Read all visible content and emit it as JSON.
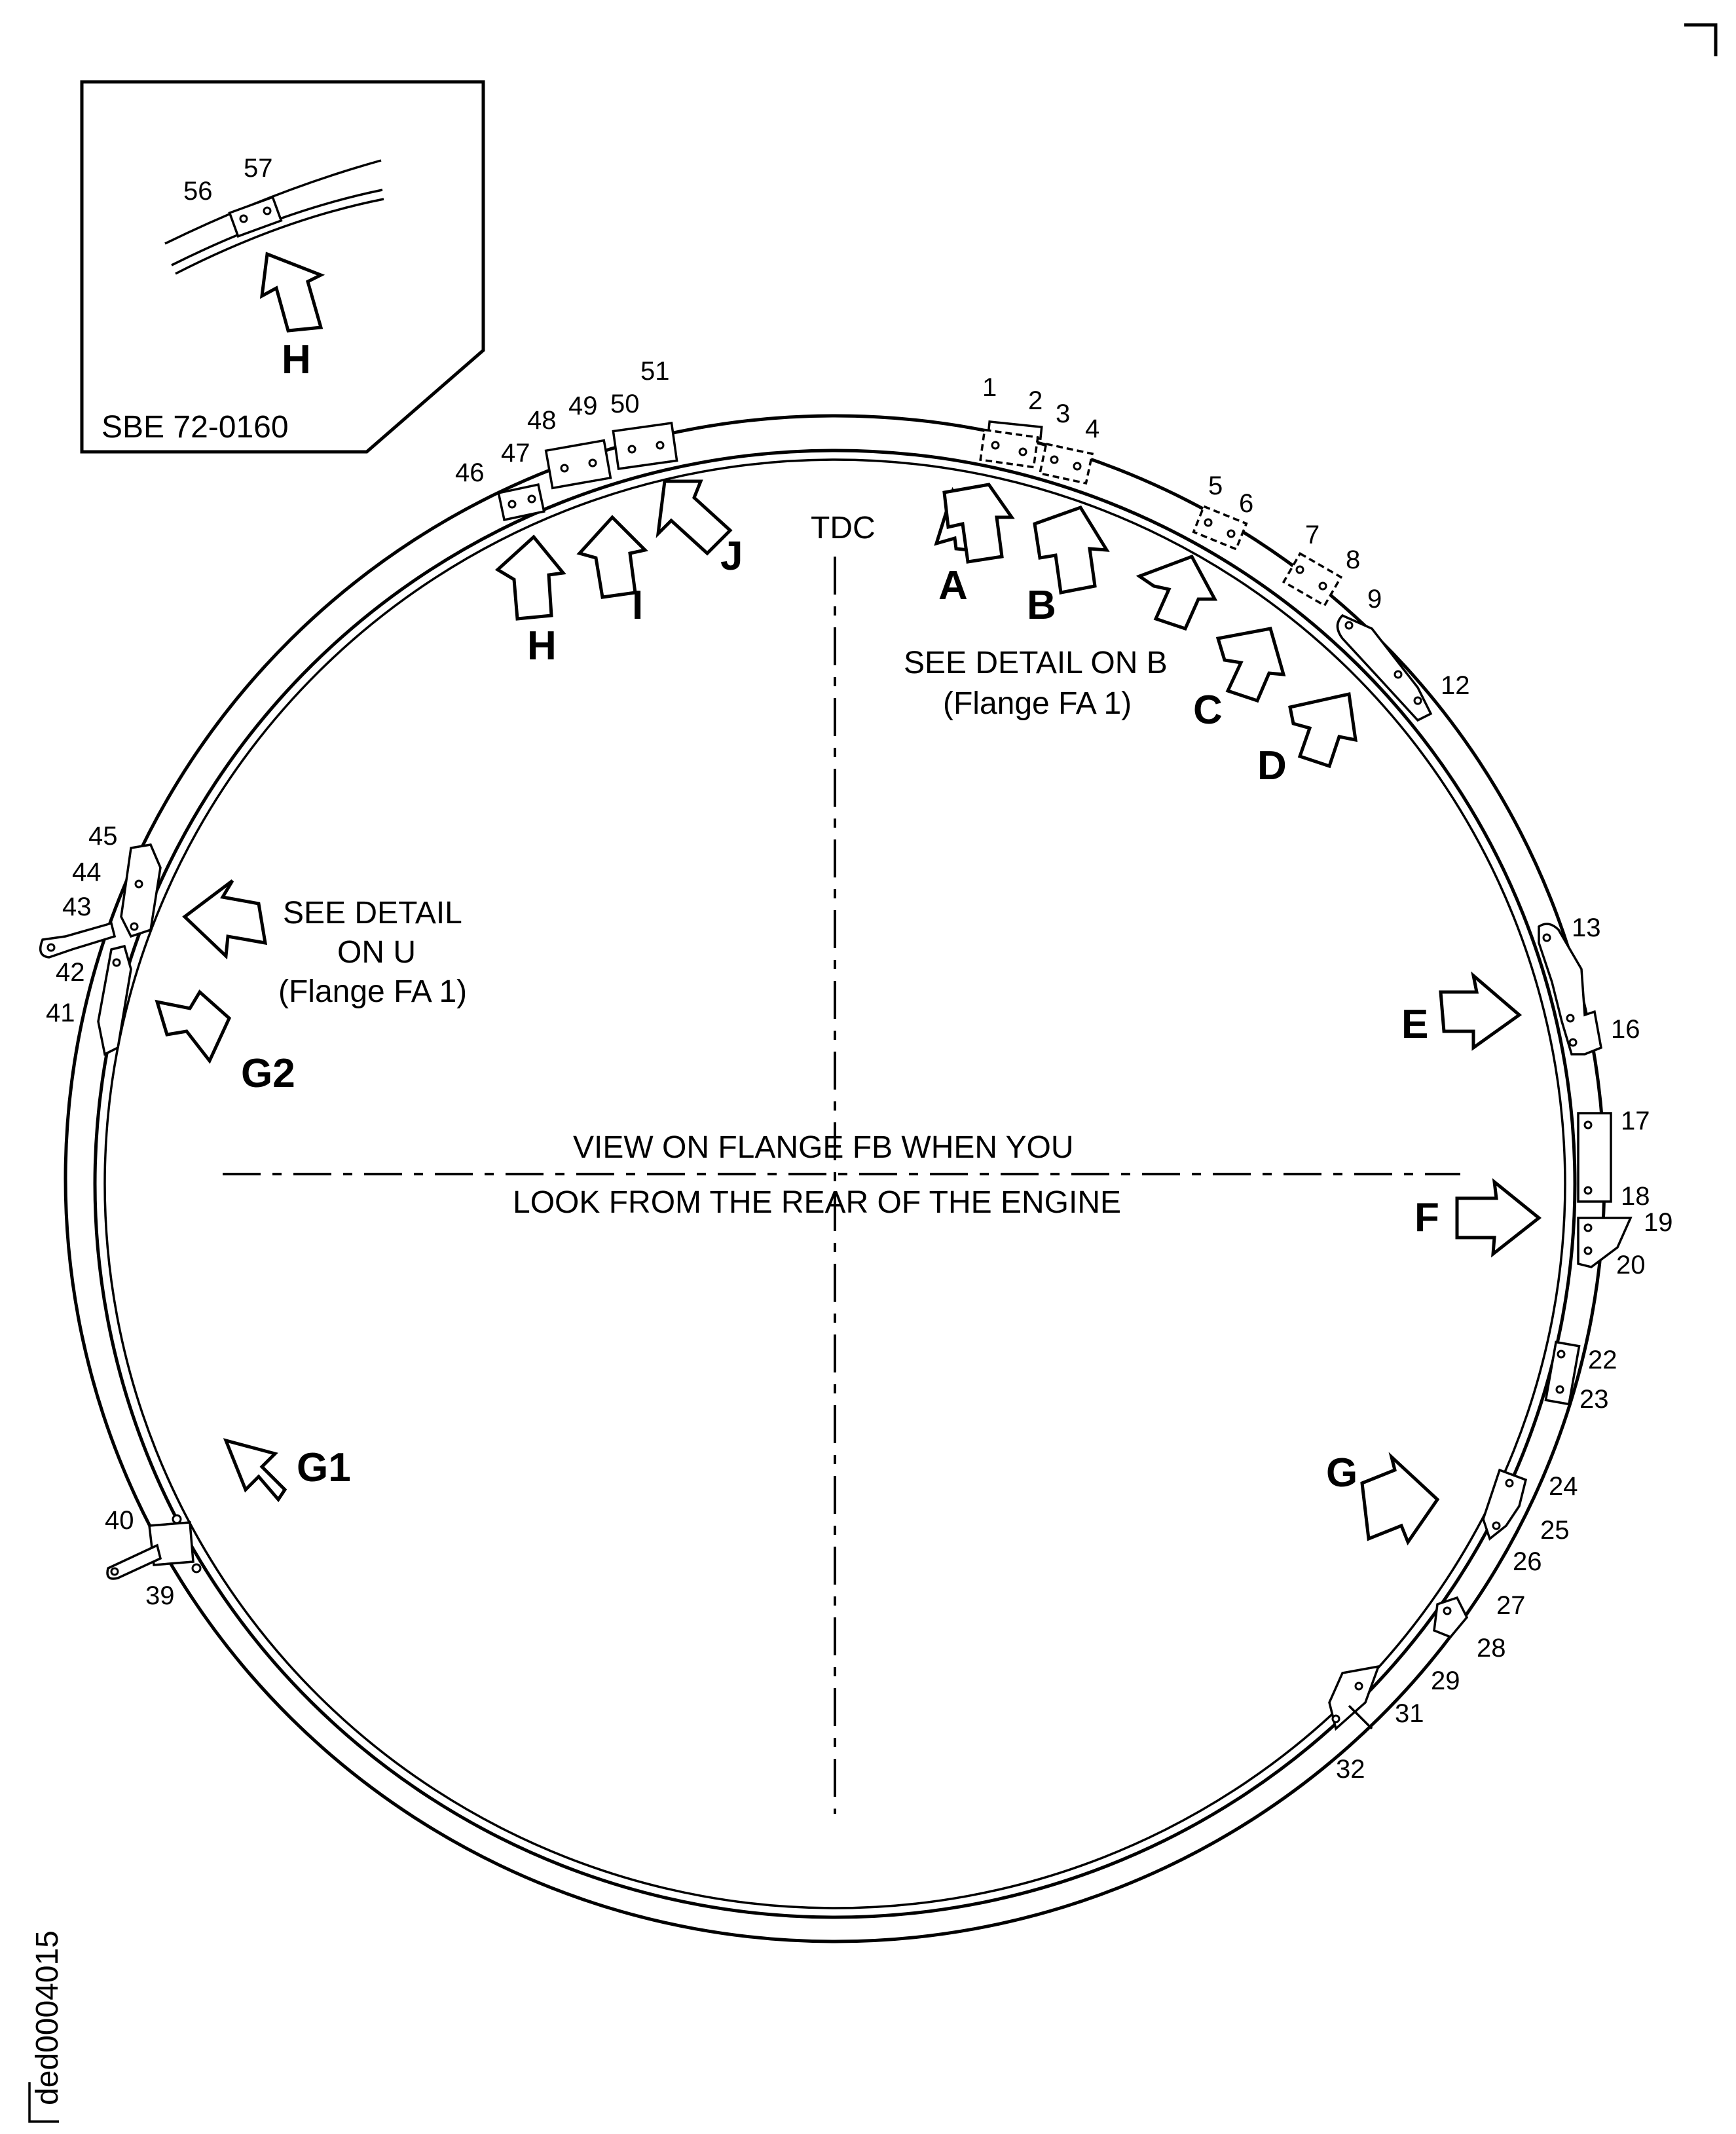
{
  "view_caption": {
    "line1": "VIEW ON FLANGE FB WHEN YOU",
    "line2": "LOOK FROM THE REAR OF THE ENGINE"
  },
  "tdc_label": "TDC",
  "inset": {
    "reference": "SBE 72-0160",
    "part_labels": [
      "56",
      "57"
    ],
    "view_letter": "H"
  },
  "notes": {
    "detail_b": {
      "line1": "SEE DETAIL ON B",
      "line2": "(Flange FA 1)"
    },
    "detail_u": {
      "line1": "SEE DETAIL",
      "line2": "ON U",
      "line3": "(Flange FA 1)"
    }
  },
  "view_letters": [
    "A",
    "B",
    "C",
    "D",
    "E",
    "F",
    "G",
    "G1",
    "G2",
    "H",
    "I",
    "J"
  ],
  "part_numbers": [
    "1",
    "2",
    "3",
    "4",
    "5",
    "6",
    "7",
    "8",
    "9",
    "12",
    "13",
    "16",
    "17",
    "18",
    "19",
    "20",
    "22",
    "23",
    "24",
    "25",
    "26",
    "27",
    "28",
    "29",
    "31",
    "32",
    "39",
    "40",
    "41",
    "42",
    "43",
    "44",
    "45",
    "46",
    "47",
    "48",
    "49",
    "50",
    "51"
  ],
  "drawing_id": "ded0004015"
}
